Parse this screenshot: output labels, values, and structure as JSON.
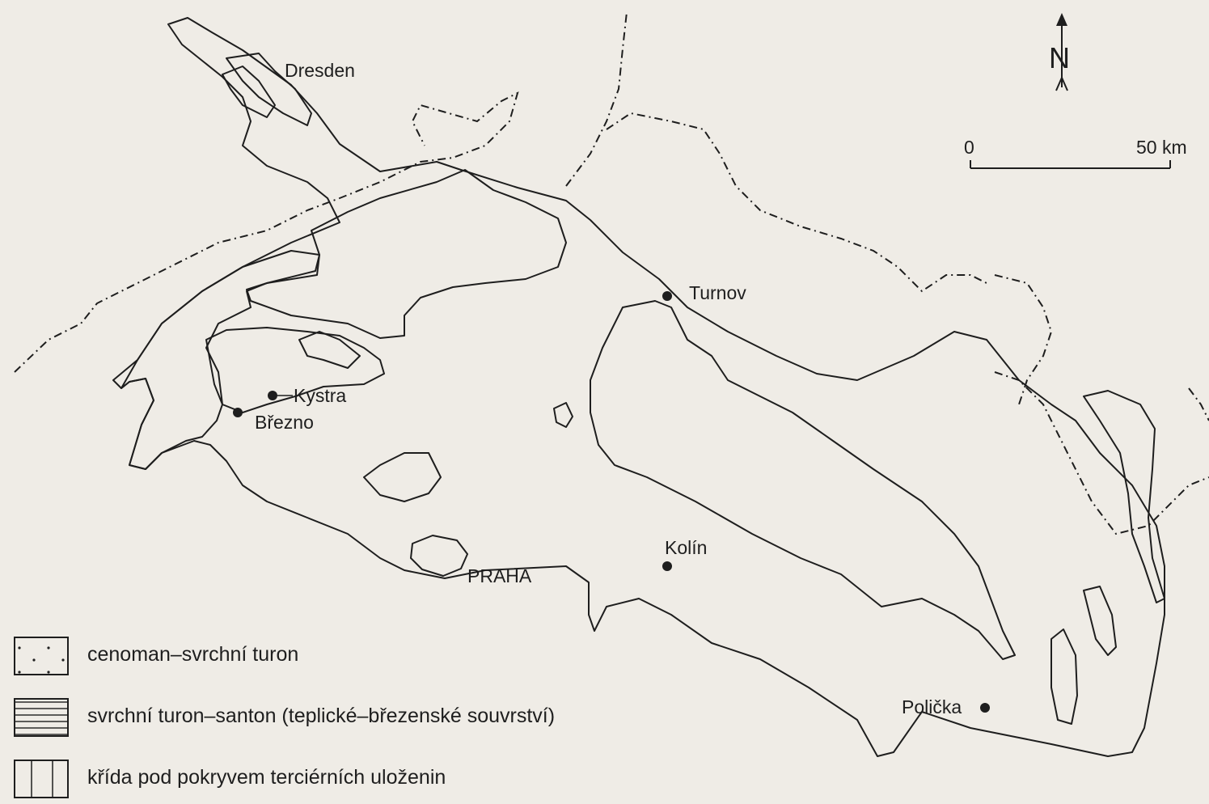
{
  "map": {
    "cities": [
      {
        "name": "Dresden"
      },
      {
        "name": "Turnov"
      },
      {
        "name": "Kystra"
      },
      {
        "name": "Březno"
      },
      {
        "name": "Kolín"
      },
      {
        "name": "PRAHA"
      },
      {
        "name": "Polička"
      }
    ],
    "north_arrow": {
      "label": "N"
    },
    "scale_bar": {
      "start": "0",
      "end": "50 km"
    }
  },
  "legend": {
    "items": [
      {
        "pattern": "dots",
        "label": "cenoman–svrchní turon"
      },
      {
        "pattern": "horizontal-lines",
        "label": "svrchní turon–santon (teplické–březenské souvrství)"
      },
      {
        "pattern": "vertical-lines",
        "label": "křída pod pokryvem terciérních uloženin"
      }
    ]
  },
  "colors": {
    "ink": "#1e1e1e",
    "paper": "#efece6"
  }
}
